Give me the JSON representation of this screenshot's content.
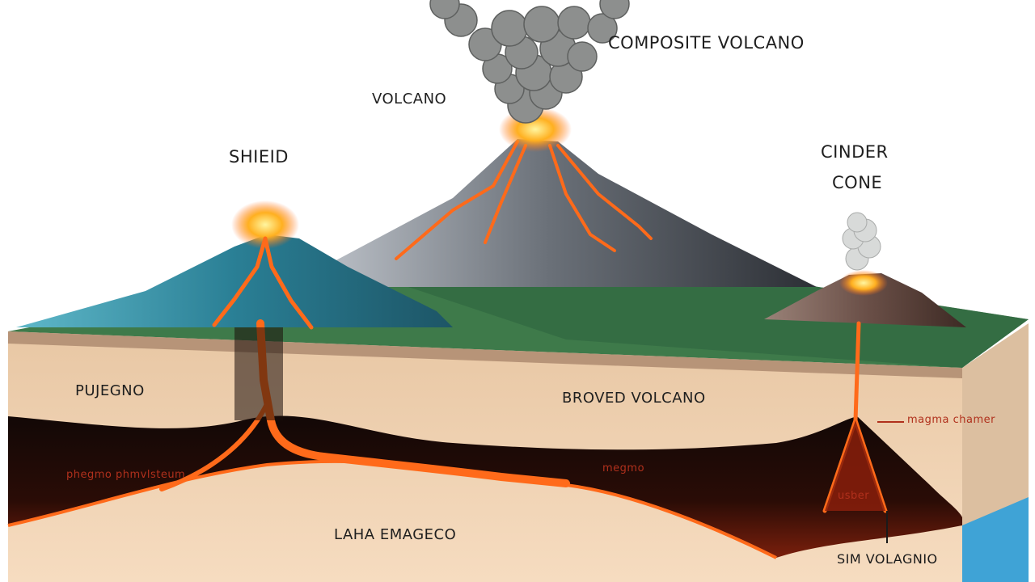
{
  "labels": {
    "composite": "COMPOSITE VOLCANO",
    "volcano": "VOLCANO",
    "shield": "SHIEID",
    "cinder_line1": "CINDER",
    "cinder_line2": "CONE",
    "pulegno": "PUJEGNO",
    "broved": "BROVED VOLCANO",
    "magma_chamber": "magma chamer",
    "left_chamber": "phegmo phmvlsteum",
    "mid_chamber": "megmo",
    "usber": "usber",
    "lava_channel": "LAHA EMAGECO",
    "sim_volcano": "SIM VOLAGNIO"
  },
  "colors": {
    "lava": "#ff6a1a",
    "magma": "#d63a10",
    "sky": "#ffffff",
    "crust": "#f2d4b4",
    "dark_layer": "#1a0d0a",
    "grass": "#3e7a4a",
    "shield_slope": "#2f8aa0",
    "composite_slope": "#5a5f66",
    "cinder_slope": "#6b5048",
    "water": "#3fa3d6",
    "ash": "#8d8f8e"
  }
}
